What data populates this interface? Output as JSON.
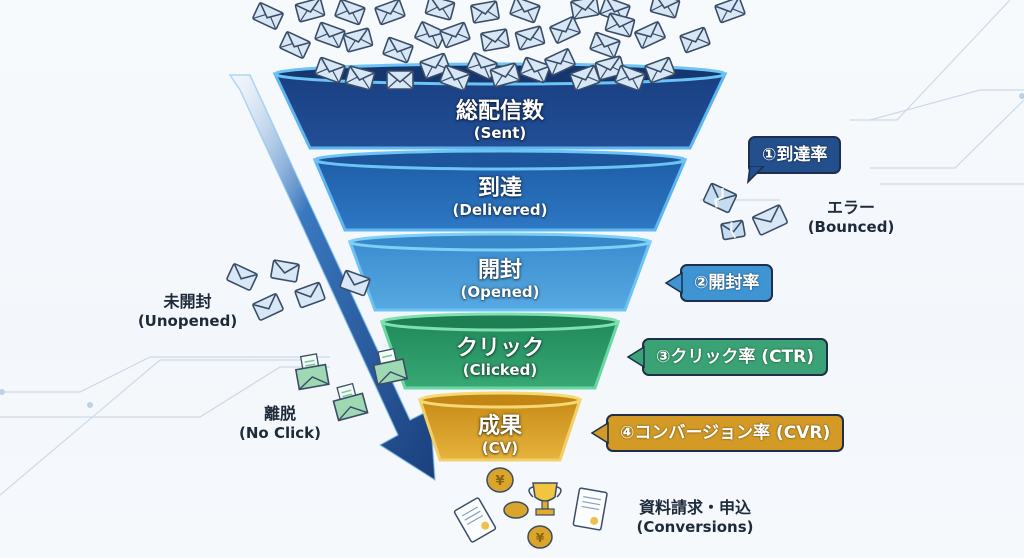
{
  "funnel": {
    "stages": [
      {
        "jp": "総配信数",
        "en": "(Sent)",
        "color": "#1f4e93"
      },
      {
        "jp": "到達",
        "en": "(Delivered)",
        "color": "#2b73be"
      },
      {
        "jp": "開封",
        "en": "(Opened)",
        "color": "#4a9bd8"
      },
      {
        "jp": "クリック",
        "en": "(Clicked)",
        "color": "#2f9e6b"
      },
      {
        "jp": "成果",
        "en": "(CV)",
        "color": "#d9a02a"
      }
    ]
  },
  "callouts": [
    {
      "text": "①到達率",
      "color": "#234f8c"
    },
    {
      "text": "②開封率",
      "color": "#3f95d3"
    },
    {
      "text": "③クリック率 (CTR)",
      "color": "#3aa274"
    },
    {
      "text": "④コンバージョン率 (CVR)",
      "color": "#d39a26"
    }
  ],
  "side_labels": {
    "bounced": {
      "jp": "エラー",
      "en": "(Bounced)"
    },
    "unopened": {
      "jp": "未開封",
      "en": "(Unopened)"
    },
    "no_click": {
      "jp": "離脱",
      "en": "(No Click)"
    },
    "conversions": {
      "jp": "資料請求・申込",
      "en": "(Conversions)"
    }
  },
  "icons": {
    "envelope": "envelope-icon",
    "open_envelope": "open-envelope-icon",
    "broken_envelope": "broken-envelope-icon",
    "coin": "yen-coin-icon",
    "trophy": "trophy-icon",
    "contract": "contract-icon",
    "arrow": "dropoff-arrow-icon"
  }
}
